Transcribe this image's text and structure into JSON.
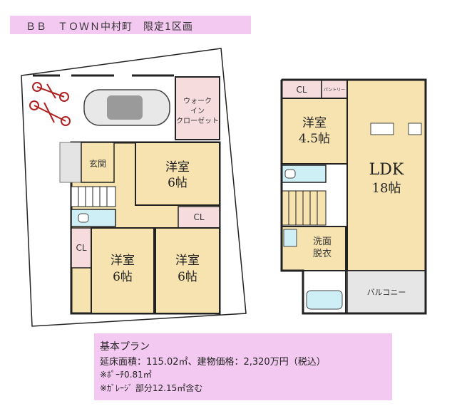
{
  "title": "ＢＢ　ＴＯＷＮ中村町　限定1区画",
  "floor1": {
    "walk_in_closet": [
      "ウォーク",
      "イン",
      "クローゼット"
    ],
    "entrance": "玄関",
    "room_a": [
      "洋室",
      "6帖"
    ],
    "room_b": [
      "洋室",
      "6帖"
    ],
    "room_c": [
      "洋室",
      "6帖"
    ],
    "closet_1": "CL",
    "closet_2": "CL"
  },
  "floor2": {
    "closet": "CL",
    "pantry": "パントリー",
    "room": [
      "洋室",
      "4.5帖"
    ],
    "ldk": [
      "LDK",
      "18帖"
    ],
    "washroom": [
      "洗面",
      "脱衣"
    ],
    "balcony": "バルコニー"
  },
  "info": {
    "heading": "基本プラン",
    "main": "延床面積：115.02㎡、建物価格：2,320万円（税込）",
    "note1": "※ﾎﾟｰﾁ0.81㎡",
    "note2": "※ｶﾞﾚｰｼﾞ 部分12.15㎡含む"
  },
  "colors": {
    "room_floor": "#f7e3b0",
    "closet": "#f6dcdc",
    "water": "#cfeff7",
    "balcony": "#e6e6e6",
    "label_bg": "#f4c9f1"
  }
}
